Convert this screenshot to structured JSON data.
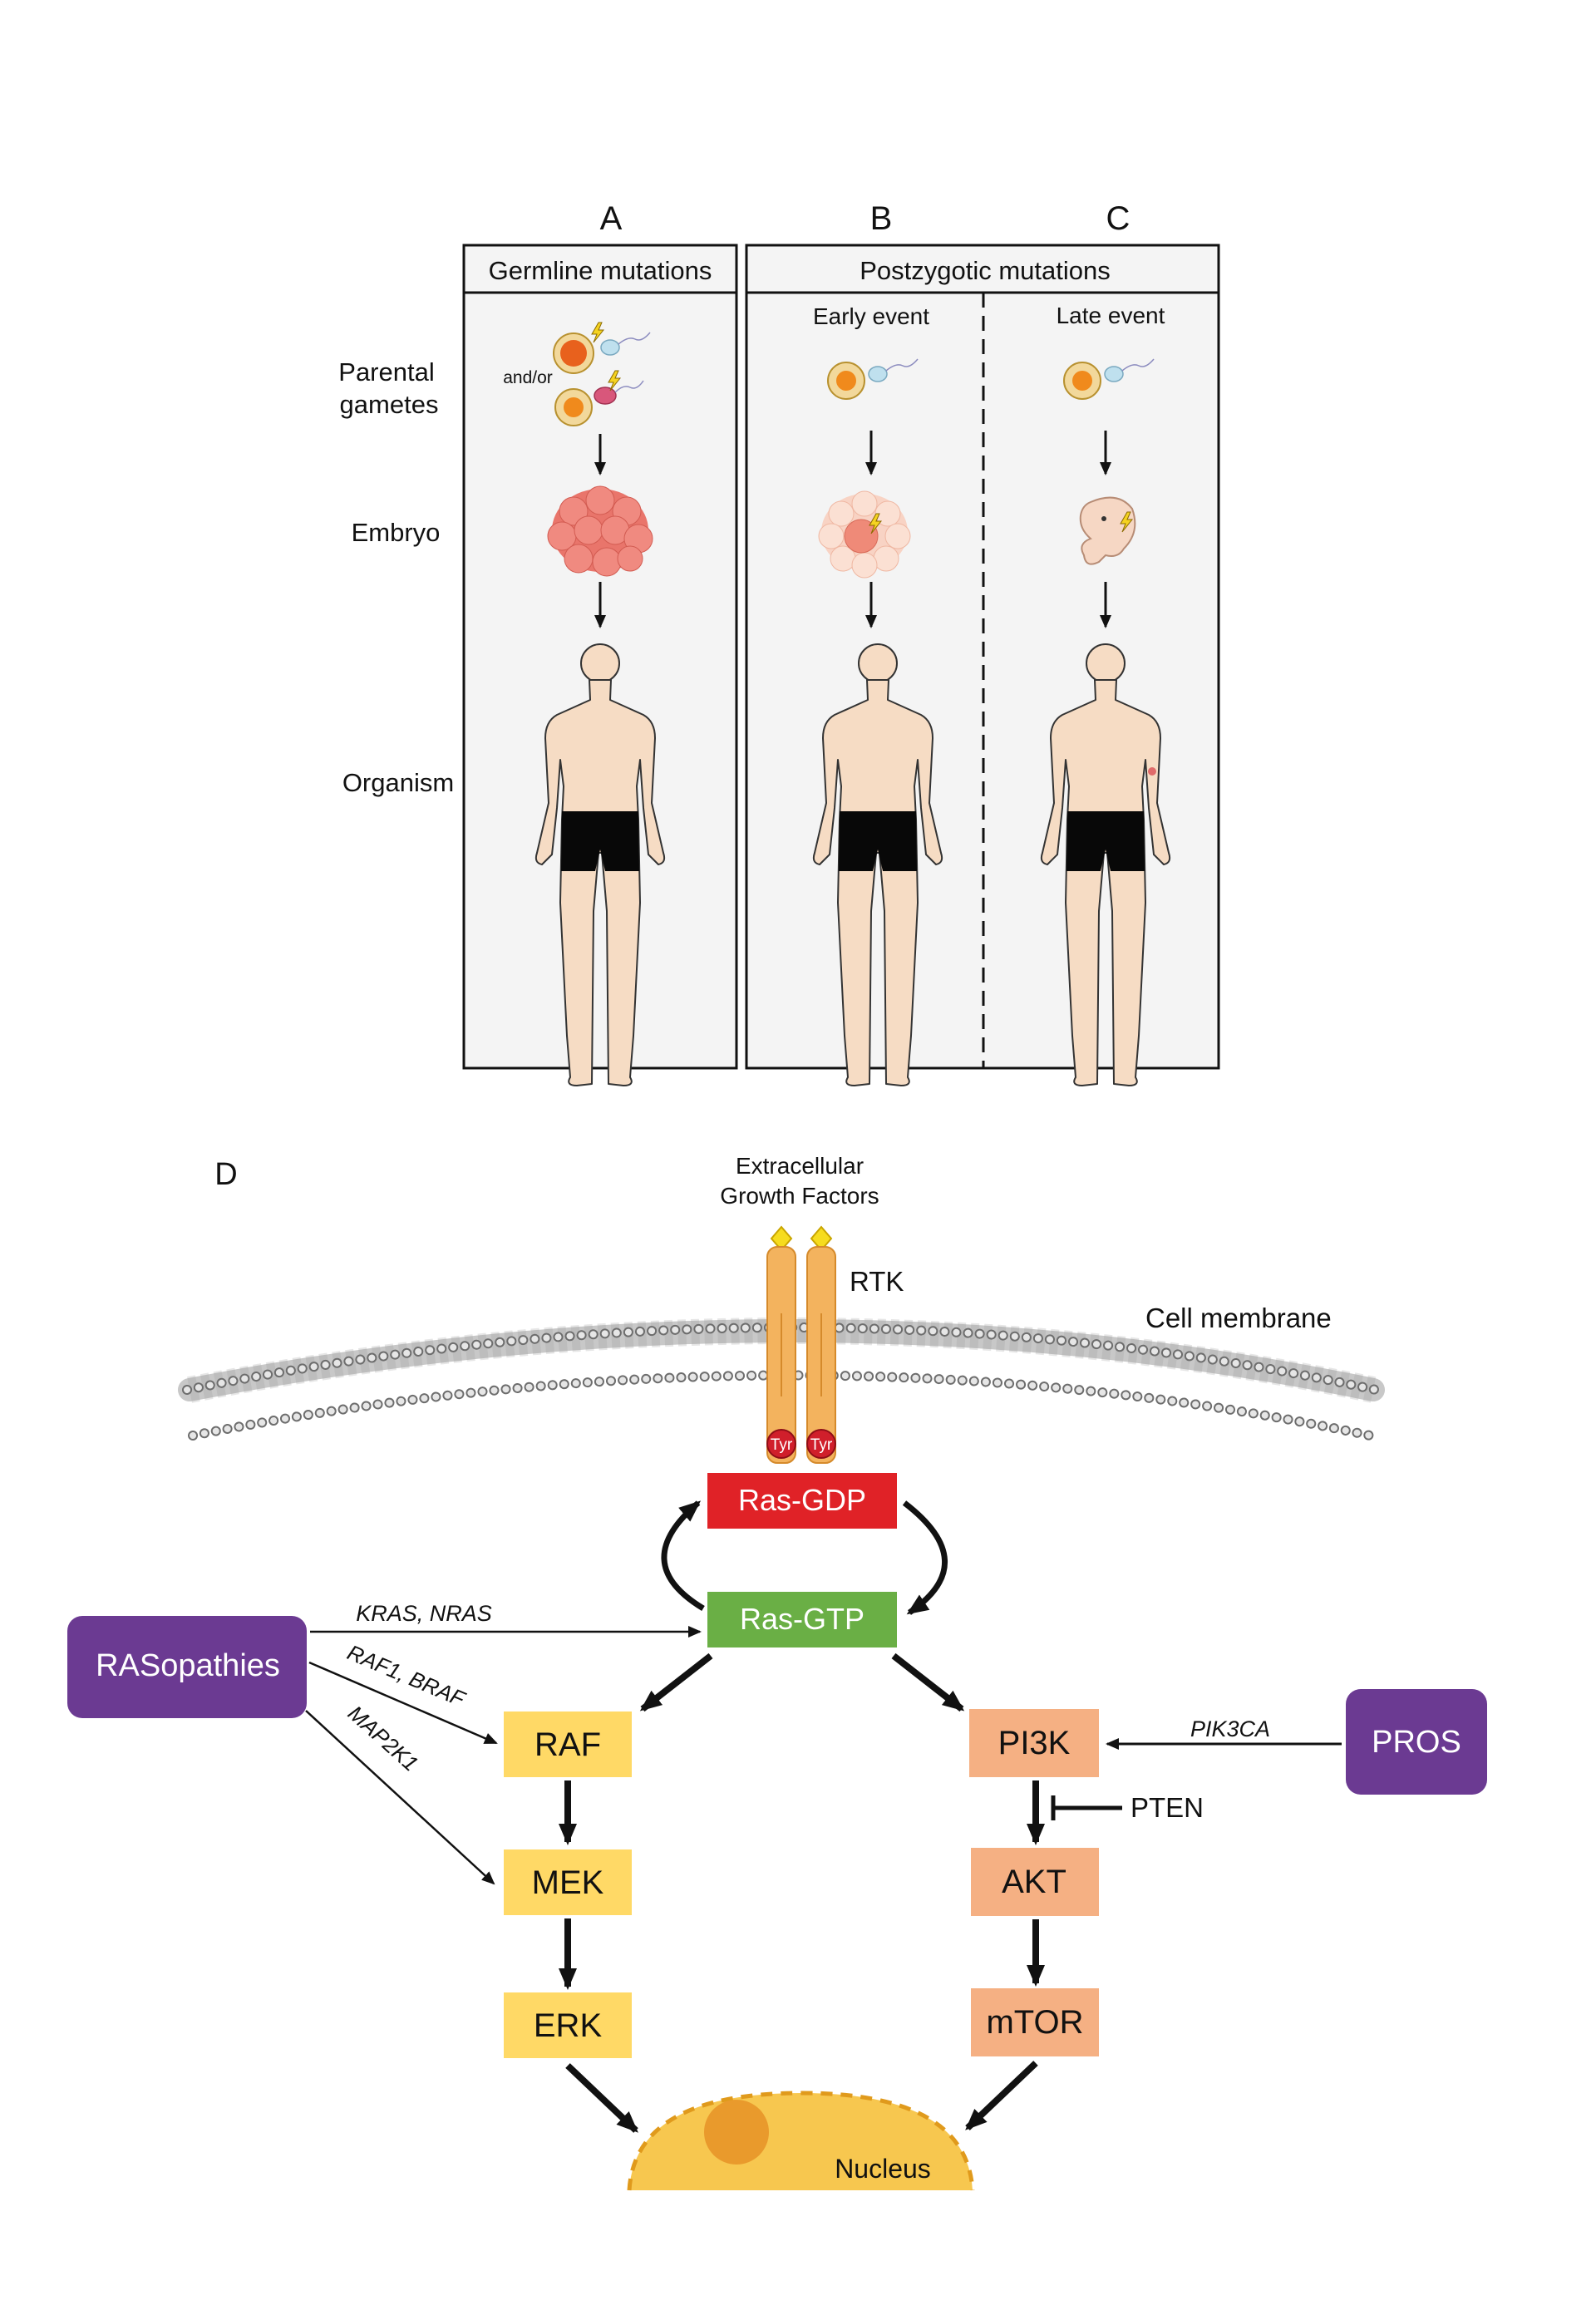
{
  "panel_letters": {
    "a": "A",
    "b": "B",
    "c": "C",
    "d": "D"
  },
  "header": {
    "germline": "Germline mutations",
    "postzygotic": "Postzygotic mutations"
  },
  "events": {
    "early": "Early event",
    "late": "Late event"
  },
  "row_labels": {
    "gametes_line1": "Parental",
    "gametes_line2": "gametes",
    "embryo": "Embryo",
    "organism": "Organism"
  },
  "andor": "and/or",
  "pathway": {
    "extracellular_line1": "Extracellular",
    "extracellular_line2": "Growth Factors",
    "rtk": "RTK",
    "membrane": "Cell membrane",
    "tyr": "Tyr",
    "ras_gdp": "Ras-GDP",
    "ras_gtp": "Ras-GTP",
    "raf": "RAF",
    "mek": "MEK",
    "erk": "ERK",
    "pi3k": "PI3K",
    "akt": "AKT",
    "mtor": "mTOR",
    "pten": "PTEN",
    "nucleus": "Nucleus",
    "rasopathies": "RASopathies",
    "pros": "PROS",
    "kras_nras": "KRAS, NRAS",
    "raf1_braf": "RAF1, BRAF",
    "map2k1": "MAP2K1",
    "pik3ca": "PIK3CA"
  },
  "colors": {
    "panel_bg": "#f4f4f4",
    "ras_gdp": "#e02227",
    "ras_gtp": "#6aaf45",
    "mapk": "#ffd966",
    "pi3k": "#f5b083",
    "disease": "#6b3a92",
    "rtk": "#f3b35e",
    "tyr": "#d01f2b",
    "skin": "#f6dcc4",
    "nucleus": "#f7c74f"
  }
}
